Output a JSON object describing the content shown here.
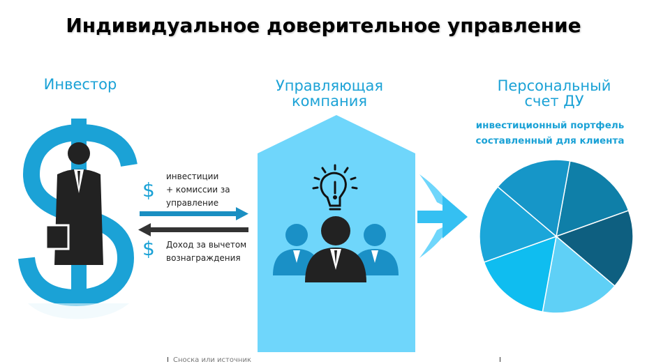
{
  "title": "Индивидуальное доверительное управление",
  "investor": {
    "heading": "Инвестор"
  },
  "company": {
    "heading_line1": "Управляющая",
    "heading_line2": "компания"
  },
  "account": {
    "heading_line1": "Персональный",
    "heading_line2": "счет ДУ",
    "sub_line1": "инвестиционный портфель",
    "sub_line2": "составленный для клиента"
  },
  "flow": {
    "dollar_symbol": "$",
    "invest_line1": "инвестиции",
    "invest_line2": "+ комиссии за",
    "invest_line3": "управление",
    "income_line1": "Доход за вычетом",
    "income_line2": "вознаграждения"
  },
  "footnote": "Сноска или источник",
  "pie": {
    "slices": [
      {
        "share": 1,
        "color": "#0f7fa8"
      },
      {
        "share": 1,
        "color": "#0e5f80"
      },
      {
        "share": 1,
        "color": "#5fd0f6"
      },
      {
        "share": 1,
        "color": "#0fbdf0"
      },
      {
        "share": 1,
        "color": "#1ba6d9"
      },
      {
        "share": 1,
        "color": "#1696c8"
      }
    ]
  },
  "colors": {
    "accent": "#1ba2d6",
    "light": "#6fd6fb",
    "dark": "#1a1a1a"
  },
  "icons": [
    "dollar-sign-icon",
    "businessman-icon",
    "briefcase-icon",
    "lightbulb-idea-icon",
    "team-people-icon",
    "chevron-right-icon",
    "arrow-right-icon",
    "arrow-left-icon"
  ]
}
